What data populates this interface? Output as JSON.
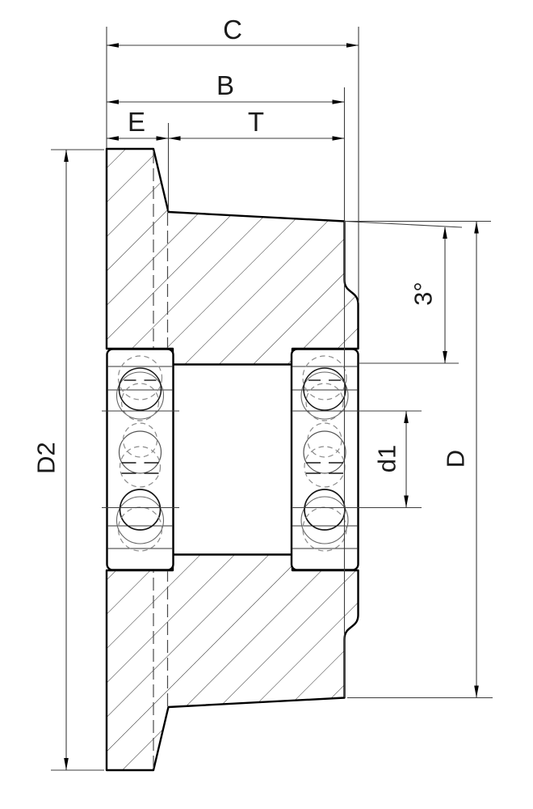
{
  "drawing": {
    "type": "technical-cross-section",
    "subject": "flanged tapered roller with two ball bearings",
    "dimensions": {
      "c": "C",
      "b": "B",
      "e": "E",
      "t": "T",
      "d2": "D2",
      "d1": "d1",
      "d": "D",
      "taper_angle": "3°"
    },
    "colors": {
      "outline": "#000000",
      "dimension_lines": "#3d3d3d",
      "hatch": "#2f2f2f",
      "hidden_lines": "#4a4a4a",
      "phantom_circles": "#8a8a8a",
      "background": "#ffffff"
    }
  }
}
